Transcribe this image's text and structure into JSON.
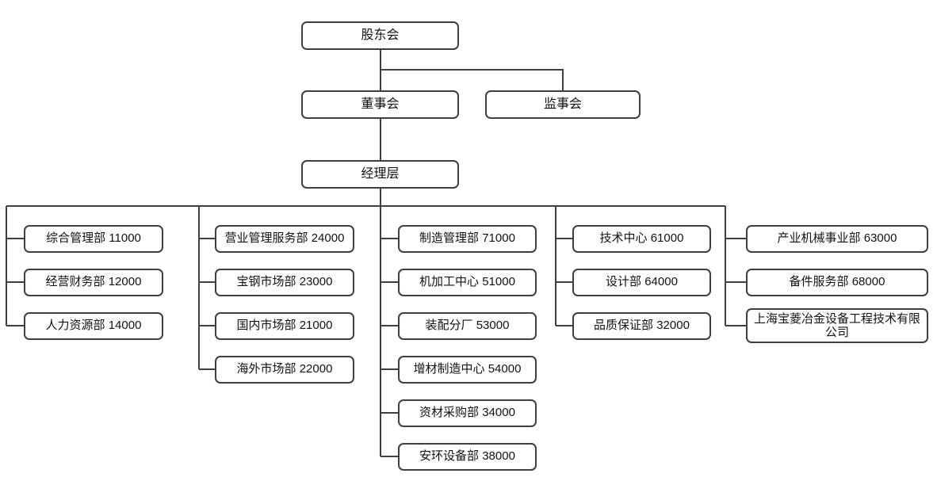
{
  "diagram": {
    "type": "org-chart",
    "top_nodes": [
      {
        "id": "shareholders-meeting",
        "label": "股东会"
      },
      {
        "id": "board-of-directors",
        "label": "董事会"
      },
      {
        "id": "supervisory-board",
        "label": "监事会"
      },
      {
        "id": "management-level",
        "label": "经理层"
      }
    ],
    "columns": [
      {
        "id": "admin-group",
        "items": [
          {
            "id": "general-management-dept",
            "label": "综合管理部 11000"
          },
          {
            "id": "operating-finance-dept",
            "label": "经营财务部 12000"
          },
          {
            "id": "human-resources-dept",
            "label": "人力资源部 14000"
          }
        ]
      },
      {
        "id": "marketing-group",
        "items": [
          {
            "id": "sales-management-service-dept",
            "label": "营业管理服务部 24000"
          },
          {
            "id": "baosteel-market-dept",
            "label": "宝钢市场部 23000"
          },
          {
            "id": "domestic-market-dept",
            "label": "国内市场部 21000"
          },
          {
            "id": "overseas-market-dept",
            "label": "海外市场部 22000"
          }
        ]
      },
      {
        "id": "manufacturing-group",
        "items": [
          {
            "id": "manufacturing-management-dept",
            "label": "制造管理部 71000"
          },
          {
            "id": "machining-center",
            "label": "机加工中心 51000"
          },
          {
            "id": "assembly-branch-plant",
            "label": "装配分厂 53000"
          },
          {
            "id": "additive-manufacturing-center",
            "label": "增材制造中心 54000"
          },
          {
            "id": "materials-procurement-dept",
            "label": "资材采购部 34000"
          },
          {
            "id": "safety-environment-equipment-dept",
            "label": "安环设备部 38000"
          }
        ]
      },
      {
        "id": "technology-group",
        "items": [
          {
            "id": "technology-center",
            "label": "技术中心 61000"
          },
          {
            "id": "design-dept",
            "label": "设计部 64000"
          },
          {
            "id": "quality-assurance-dept",
            "label": "品质保证部 32000"
          }
        ]
      },
      {
        "id": "business-group",
        "items": [
          {
            "id": "industrial-machinery-division",
            "label": "产业机械事业部 63000"
          },
          {
            "id": "spare-parts-service-dept",
            "label": "备件服务部 68000"
          },
          {
            "id": "shanghai-baoling-metallurgical-equipment-company",
            "label": "上海宝菱冶金设备工程技术有限公司"
          }
        ]
      }
    ],
    "colors": {
      "line": "#3f3f3f",
      "box_border": "#3f3f3f",
      "box_background": "#ffffff",
      "text": "#111111",
      "page_background": "#ffffff"
    }
  }
}
